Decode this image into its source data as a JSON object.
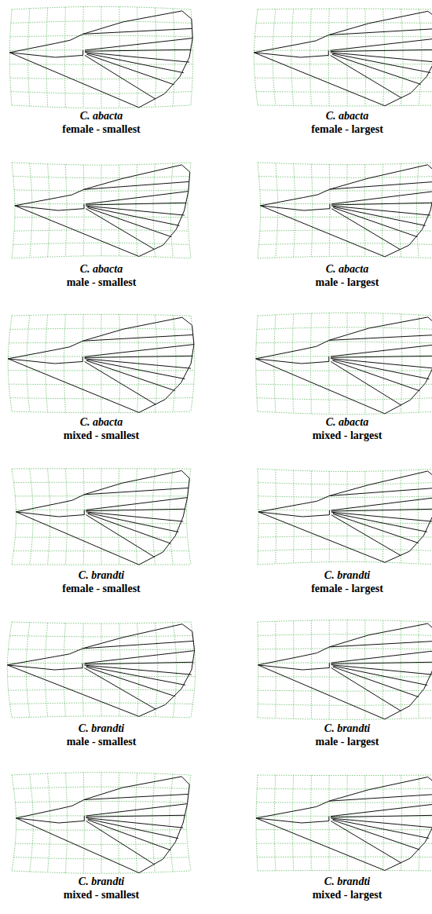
{
  "diagram": {
    "labels": [
      "C. abacta",
      "female - smallest",
      "C. abacta",
      "female - largest",
      "C. abacta",
      "male - smallest",
      "C. abacta",
      "male - largest",
      "C. abacta",
      "mixed - smallest",
      "C. abacta",
      "mixed - largest",
      "C. brandti",
      "female - smallest",
      "C. brandti",
      "female - largest",
      "C. brandti",
      "male - smallest",
      "C. brandti",
      "male - largest",
      "C. brandti",
      "mixed - smallest",
      "C. brandti",
      "mixed - largest"
    ]
  }
}
